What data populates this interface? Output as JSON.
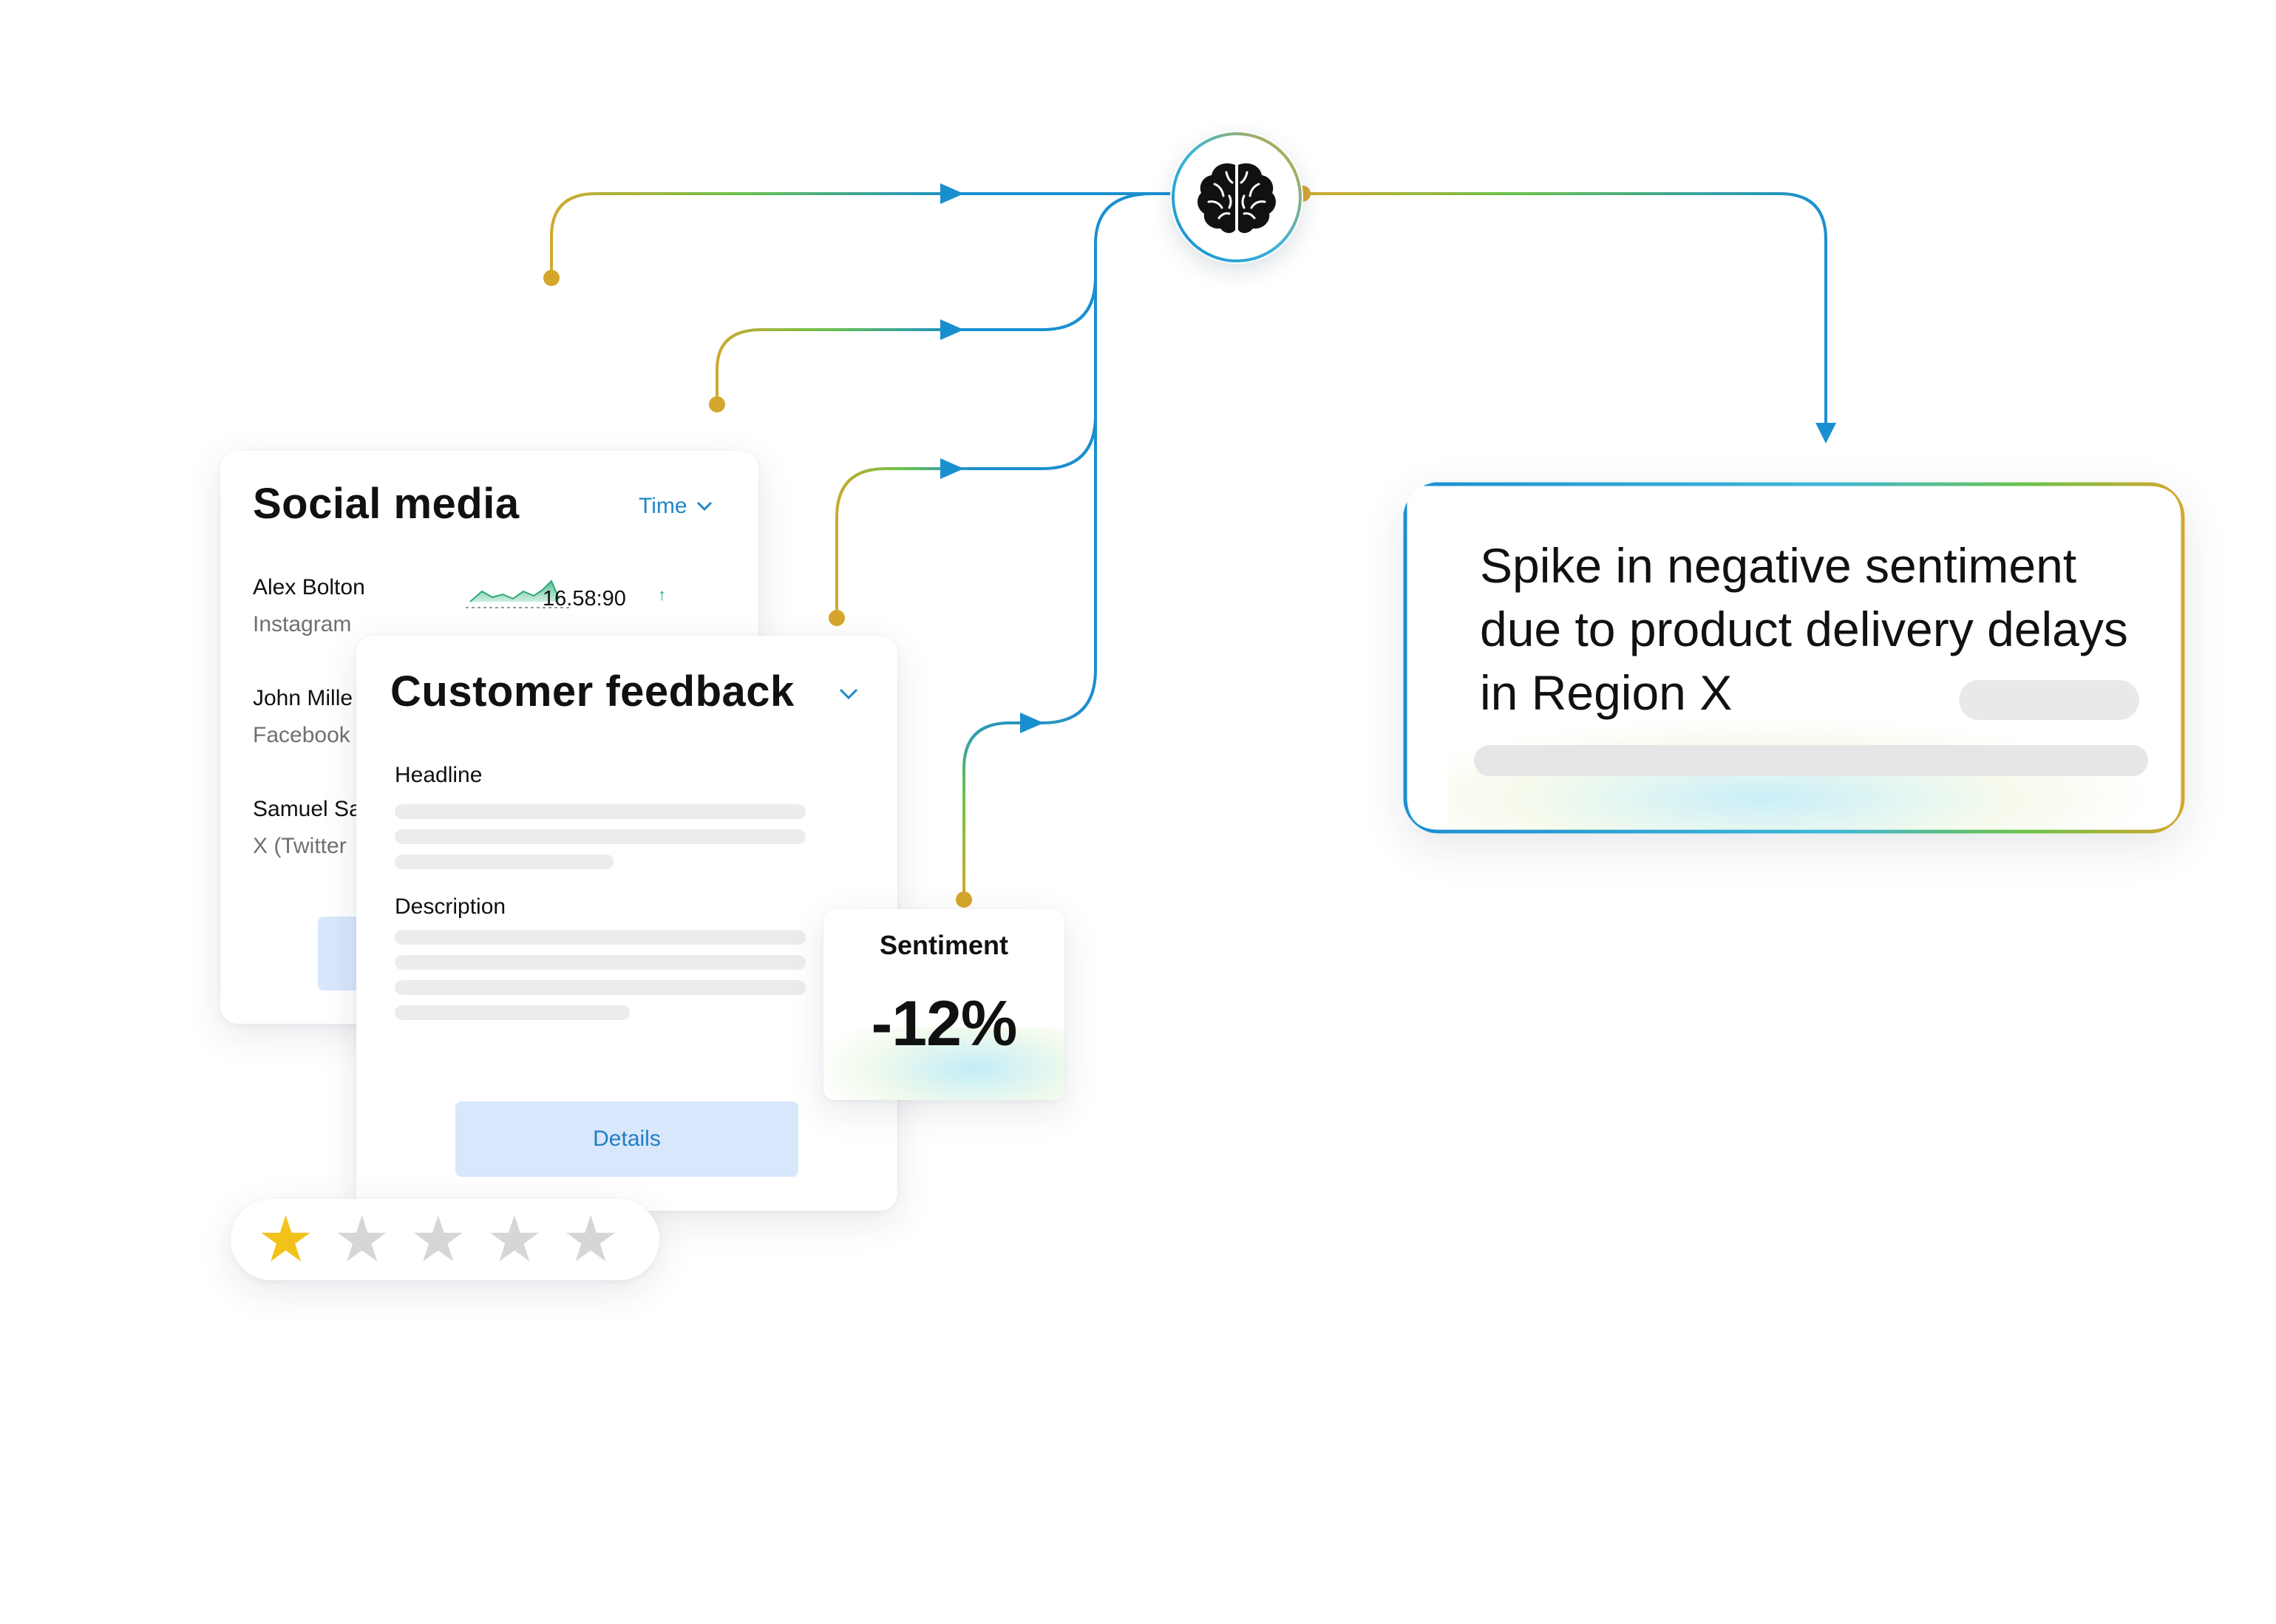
{
  "social_media": {
    "title": "Social media",
    "filter_label": "Time",
    "rows": [
      {
        "name": "Alex Bolton",
        "platform": "Instagram",
        "time": "16.58:90",
        "trend": "↑"
      },
      {
        "name": "John Mille",
        "platform": "Facebook"
      },
      {
        "name": "Samuel Sa",
        "platform": "X (Twitter"
      }
    ]
  },
  "customer_feedback": {
    "title": "Customer feedback",
    "headline_label": "Headline",
    "description_label": "Description",
    "details_button": "Details"
  },
  "rating": {
    "value": 1,
    "max": 5
  },
  "sentiment": {
    "label": "Sentiment",
    "value": "-12%"
  },
  "insight": {
    "text": "Spike in negative sentiment due to product delivery delays in Region X"
  },
  "colors": {
    "gold": "#d4a72c",
    "blue": "#1a8fd0",
    "green": "#6cc24a",
    "accent_text": "#1f7fc1",
    "star_on": "#f2c21b",
    "star_off": "#d6d6d8"
  },
  "icons": {
    "hub": "brain-icon",
    "filter": "chevron-down-icon",
    "trend": "arrow-up-icon"
  }
}
